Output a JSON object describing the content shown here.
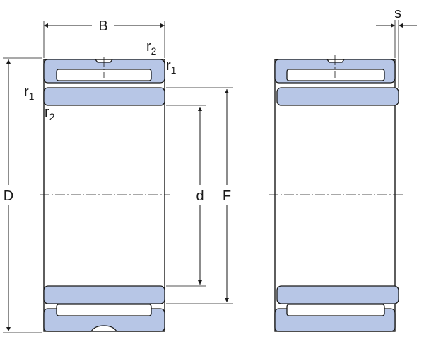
{
  "labels": {
    "B": "B",
    "D": "D",
    "d": "d",
    "F": "F",
    "s": "s",
    "r": "r",
    "sub1": "1",
    "sub2": "2"
  },
  "colors": {
    "steel_fill": "#b7c6e6",
    "outline": "#1a1a1a",
    "background": "#ffffff"
  }
}
